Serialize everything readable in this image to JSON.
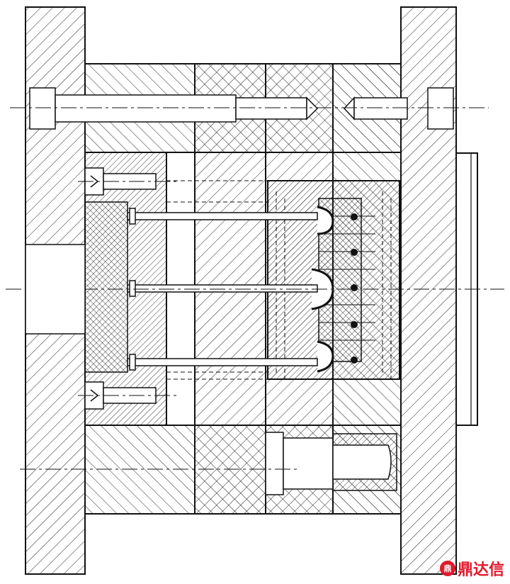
{
  "figure": {
    "caption": "",
    "logo_text": "鼎达信",
    "logo_mark": "鼎"
  },
  "colors": {
    "line": "#111111",
    "hatch": "#222222",
    "brand": "#e0192b"
  },
  "icons": [
    "mold-assembly-section",
    "socket-head-screw-icon",
    "ejector-pin-icon",
    "sprue-bushing-icon"
  ]
}
